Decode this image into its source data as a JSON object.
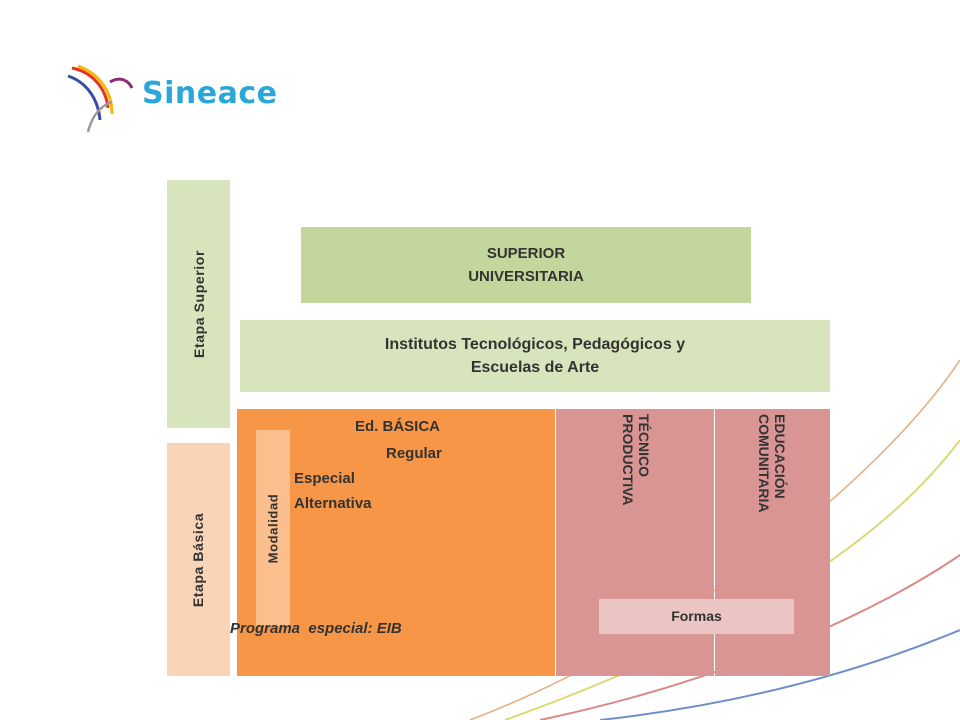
{
  "brand": {
    "name": "Sineace"
  },
  "colors": {
    "stage_light_green": "#d7e4bc",
    "superior_green": "#c3d69b",
    "institutes_green": "#d7e4bc",
    "basic_peach": "#fad4b7",
    "basica_orange": "#f79646",
    "modalidad_light": "#fbbf8e",
    "forms_pink": "#d99594",
    "formas_label_bg": "#ebc5c4",
    "logo_blue": "#2aa7d8"
  },
  "stages": {
    "superior": "Etapa Superior",
    "basica": "Etapa Básica"
  },
  "superior_universitaria": [
    "SUPERIOR",
    "UNIVERSITARIA"
  ],
  "institutos": [
    "Institutos Tecnológicos, Pedagógicos y",
    "Escuelas de Arte"
  ],
  "basica": {
    "title": "Ed. BÁSICA",
    "regular": "Regular",
    "especial": "Especial",
    "alternativa": "Alternativa",
    "modalidad": "Modalidad",
    "programa": "Programa  especial: EIB"
  },
  "forms": {
    "tecnico": [
      "TÉCNICO",
      "PRODUCTIVA"
    ],
    "comunitaria": [
      "EDUCACIÓN",
      "COMUNITARIA"
    ],
    "label": "Formas"
  }
}
